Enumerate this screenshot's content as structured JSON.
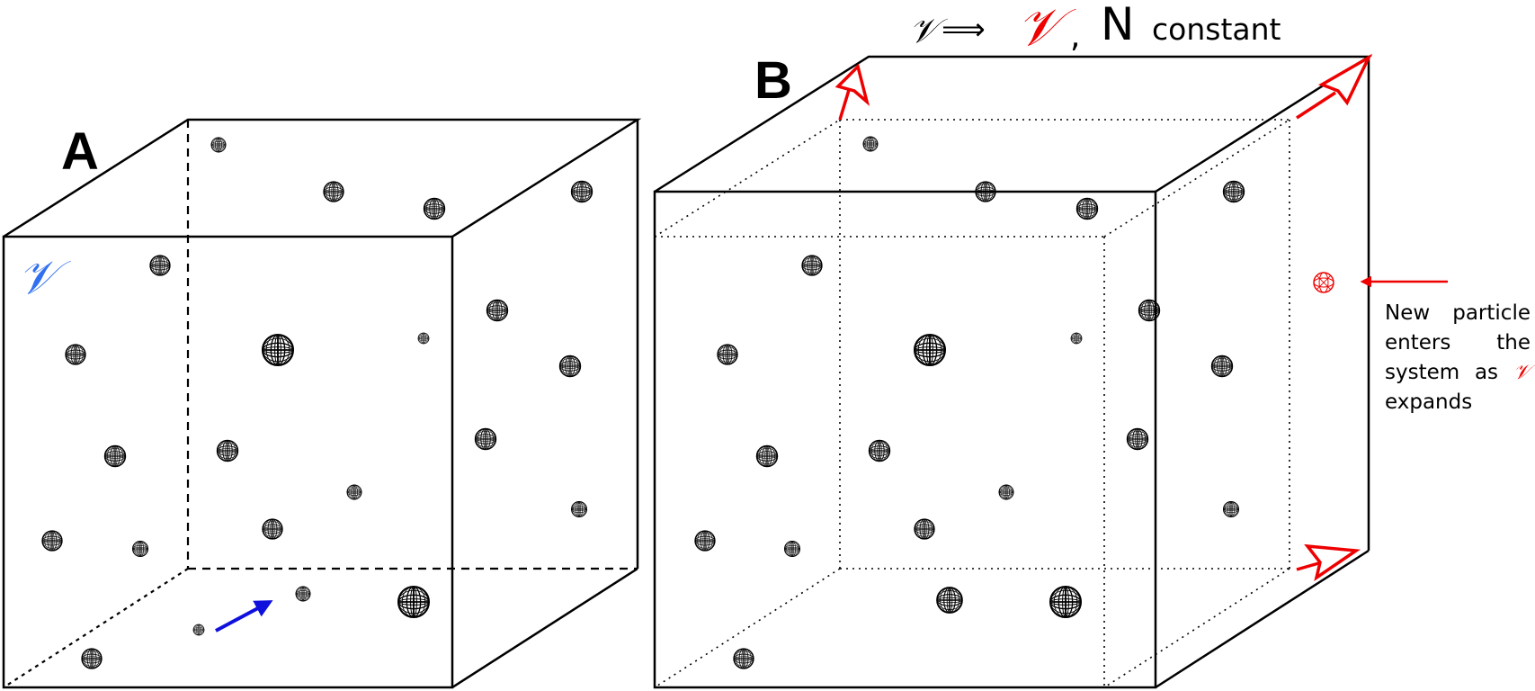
{
  "panels": [
    {
      "label": "A",
      "volume_symbol": "𝒱",
      "volume_color": "#2f6ff0"
    },
    {
      "label": "B"
    }
  ],
  "header": {
    "small_v": "𝒱",
    "implies": "⟹",
    "big_v": "𝒱",
    "comma": ",",
    "n_symbol": "N",
    "constant": "constant"
  },
  "annotation": {
    "line1": "New particle enters the system as",
    "symbol": "𝒱",
    "line2": "expands"
  },
  "colors": {
    "box": "#000000",
    "particle": "#000000",
    "new_particle": "#ee0000",
    "arrow_expansion": "#ee0000",
    "arrow_motion": "#1010dd"
  }
}
